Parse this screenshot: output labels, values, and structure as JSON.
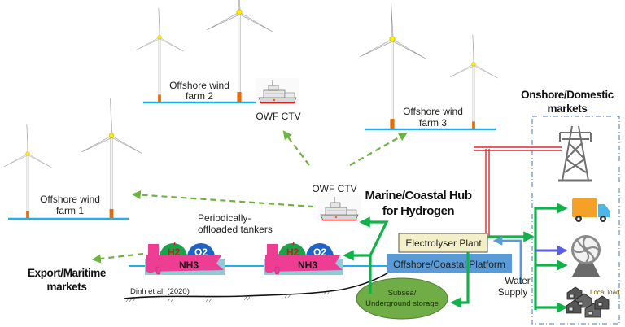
{
  "title": "Marine/Coastal Hub for Hydrogen",
  "hub": {
    "line1": "Marine/Coastal Hub",
    "line2": "for Hydrogen"
  },
  "wind_farms": [
    {
      "line1": "Offshore wind",
      "line2": "farm 1"
    },
    {
      "line1": "Offshore wind",
      "line2": "farm 2"
    },
    {
      "line1": "Offshore wind",
      "line2": "farm 3"
    }
  ],
  "vessels": {
    "ctv_top": "OWF CTV",
    "ctv_hub": "OWF CTV"
  },
  "tankers": {
    "caption_line1": "Periodically-",
    "caption_line2": "offloaded tankers",
    "h2": "H2",
    "o2": "O2",
    "nh3": "NH3",
    "h2_sub": "2",
    "o2_sub": "2",
    "nh3_sub": "3"
  },
  "facilities": {
    "electrolyser": "Electrolyser Plant",
    "platform": "Offshore/Coastal Platform",
    "storage_line1": "Subsea/",
    "storage_line2": "Underground storage",
    "water_line1": "Water",
    "water_line2": "Supply"
  },
  "markets": {
    "export_line1": "Export/Maritime",
    "export_line2": "markets",
    "onshore_line1": "Onshore/Domestic",
    "onshore_line2": "markets",
    "local_load": "Local load",
    "icons": [
      "power-pylon",
      "delivery-truck",
      "gas-turbine",
      "houses"
    ]
  },
  "citation": "Dinh et al.  (2020)",
  "colors": {
    "sea": "#1fb0ea",
    "flow_green": "#12b24a",
    "dashed_green": "#6db33f",
    "power_red": "#e8232a",
    "water_blue": "#5b9bd5",
    "platform_blue": "#5b9bd5",
    "electrolyser_fill": "#f3efc7",
    "storage_fill": "#70ad47",
    "tanker_pink": "#ee3e94",
    "h2_dome": "#1aa24a",
    "o2_dome": "#1f64c4",
    "turbine_base": "#e36c09",
    "hub_yellow": "#ffee00"
  }
}
